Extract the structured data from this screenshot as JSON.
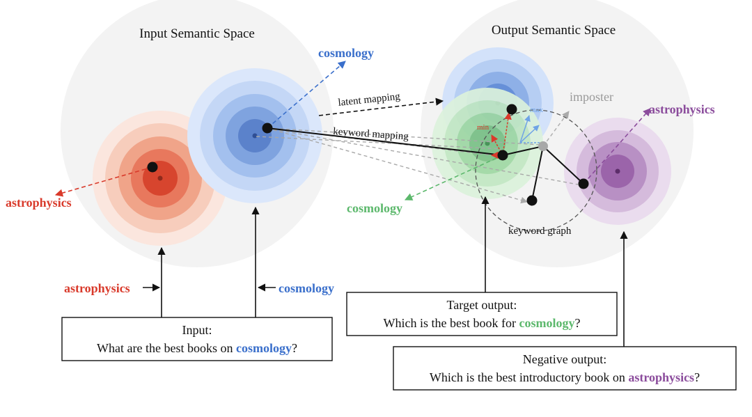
{
  "colors": {
    "red": "#d93a2b",
    "blue": "#3a6fcb",
    "green": "#5cb86c",
    "purple": "#8b4c9c",
    "gray": "#9a9a9a",
    "black": "#111111"
  },
  "input_space": {
    "title": "Input Semantic Space",
    "cosmology_label": "cosmology",
    "astrophysics_label": "astrophysics"
  },
  "output_space": {
    "title": "Output Semantic Space",
    "astrophysics_label": "astrophysics",
    "cosmology_label": "cosmology",
    "imposter_label": "imposter",
    "min_label": "min",
    "max_label": "max",
    "keyword_graph_label": "keyword graph"
  },
  "mappings": {
    "latent": "latent mapping",
    "keyword": "keyword mapping"
  },
  "input_arrows": {
    "astrophysics": "astrophysics",
    "cosmology": "cosmology"
  },
  "input_box": {
    "line1": "Input:",
    "line2_prefix": "What are the best books on ",
    "line2_keyword": "cosmology",
    "line2_suffix": "?"
  },
  "target_box": {
    "line1": "Target output:",
    "line2_prefix": "Which is the best book for ",
    "line2_keyword": "cosmology",
    "line2_suffix": "?"
  },
  "negative_box": {
    "line1": "Negative output:",
    "line2_prefix": "Which is the best introductory book on ",
    "line2_keyword": "astrophysics",
    "line2_suffix": "?"
  }
}
